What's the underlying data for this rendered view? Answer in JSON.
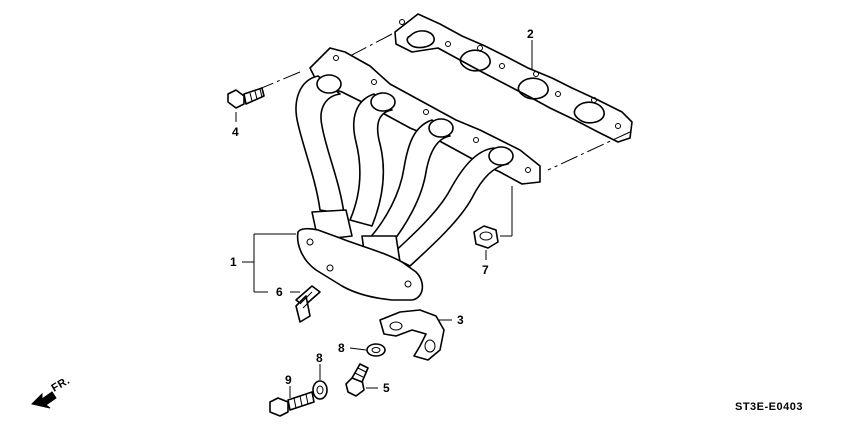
{
  "diagram": {
    "callouts": {
      "c1": "1",
      "c2": "2",
      "c3": "3",
      "c4": "4",
      "c5": "5",
      "c6": "6",
      "c7": "7",
      "c8a": "8",
      "c8b": "8",
      "c9": "9"
    },
    "front_indicator": "FR.",
    "diagram_code": "ST3E-E0403"
  },
  "parts": [
    {
      "callout": "1",
      "name": "exhaust-manifold",
      "icon": "manifold-icon"
    },
    {
      "callout": "2",
      "name": "manifold-gasket",
      "icon": "gasket-icon"
    },
    {
      "callout": "3",
      "name": "manifold-bracket",
      "icon": "bracket-icon"
    },
    {
      "callout": "4",
      "name": "flange-bolt",
      "icon": "bolt-icon"
    },
    {
      "callout": "5",
      "name": "flange-bolt",
      "icon": "bolt-icon"
    },
    {
      "callout": "6",
      "name": "stud-bolt",
      "icon": "stud-icon"
    },
    {
      "callout": "7",
      "name": "self-lock-nut",
      "icon": "nut-icon"
    },
    {
      "callout": "8",
      "name": "washer",
      "icon": "washer-icon"
    },
    {
      "callout": "9",
      "name": "flange-bolt",
      "icon": "bolt-icon"
    }
  ]
}
